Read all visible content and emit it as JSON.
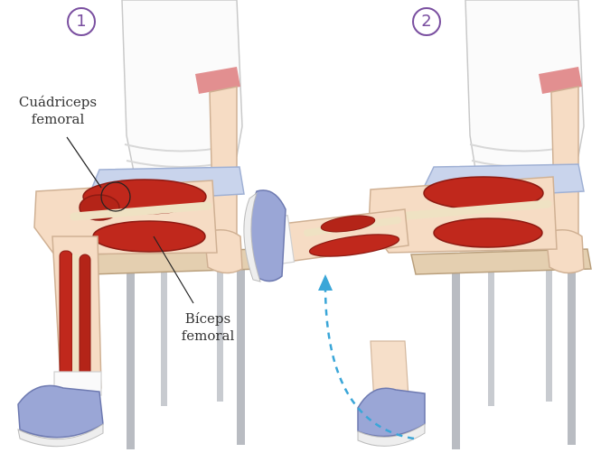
{
  "steps": [
    {
      "number": "1"
    },
    {
      "number": "2"
    }
  ],
  "labels": {
    "quadriceps_line1": "Cuádriceps",
    "quadriceps_line2": "femoral",
    "biceps_line1": "Bíceps",
    "biceps_line2": "femoral"
  },
  "colors": {
    "muscle": "#c0281c",
    "muscle_dark": "#8e1a12",
    "bone": "#efe2c3",
    "skin": "#f6dcc4",
    "shirt": "#fbfbfb",
    "shorts": "#c9d4ec",
    "chair_seat": "#e4cfb0",
    "chair_leg": "#b9bcc2",
    "step_circle": "#7a4fa0",
    "arrow": "#3aa6d8",
    "shoe": "#9aa6d6"
  },
  "icons": [
    "step-number-circle",
    "motion-arrow"
  ]
}
